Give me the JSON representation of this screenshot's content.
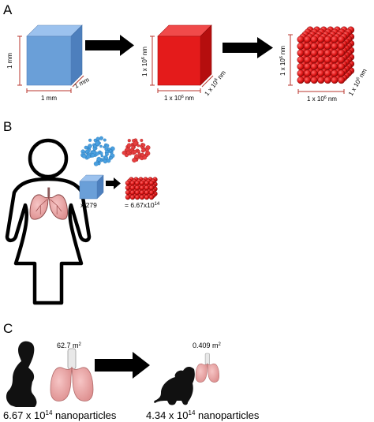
{
  "panels": {
    "a": {
      "letter": "A",
      "cube_blue": {
        "height": "1 mm",
        "width": "1 mm",
        "depth": "1 mm"
      },
      "cube_red": {
        "height": "1 x 10",
        "height_exp": "6",
        "height_unit": "nm",
        "width": "1 x 10",
        "width_exp": "6",
        "width_unit": "nm",
        "depth": "1 x 10",
        "depth_exp": "6",
        "depth_unit": "nm"
      },
      "sphere_cube": {
        "height": "1 x 10",
        "height_exp": "6",
        "height_unit": "nm",
        "width": "1 x 10",
        "width_exp": "6",
        "width_unit": "nm",
        "depth": "1 x 10",
        "depth_exp": "6",
        "depth_unit": "nm"
      }
    },
    "b": {
      "letter": "B",
      "count_label": "x 279",
      "result_prefix": "= 6.67x10",
      "result_exp": "14"
    },
    "c": {
      "letter": "C",
      "human_area": "62.7 m",
      "human_area_exp": "2",
      "human_count": "6.67 x 10",
      "human_count_exp": "14",
      "human_count_suffix": " nanoparticles",
      "rat_area": "0.409 m",
      "rat_area_exp": "2",
      "rat_count": "4.34 x 10",
      "rat_count_exp": "14",
      "rat_count_suffix": " nanoparticles"
    }
  },
  "colors": {
    "blue_front": "#6a9fd8",
    "blue_top": "#9cc2ee",
    "blue_side": "#4d7fbd",
    "red": "#e41b1b",
    "red_dark": "#a00e0e",
    "lung": "#e9a3a3",
    "dim_line": "#b8362c"
  }
}
